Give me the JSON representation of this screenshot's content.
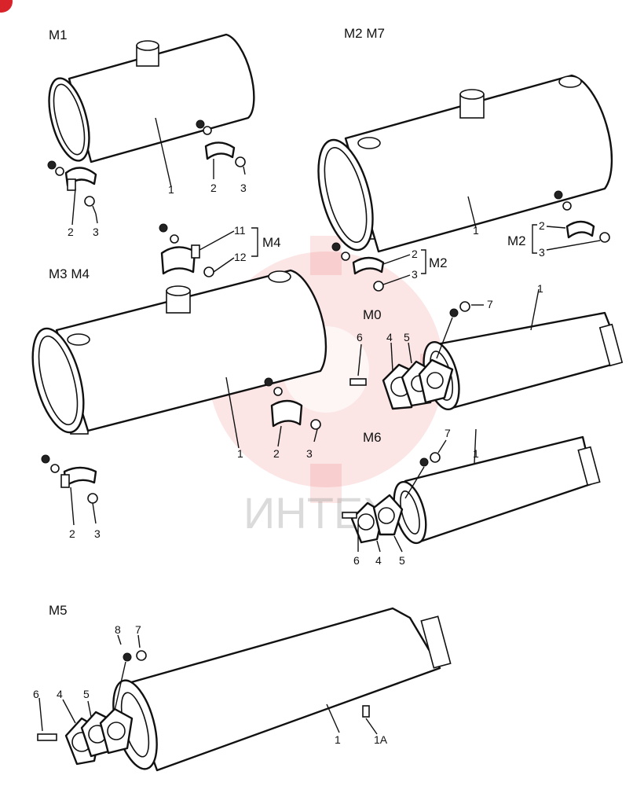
{
  "watermark": {
    "text": "ИНТЕХ"
  },
  "colors": {
    "corner_badge": "#d9232a",
    "watermark": "#e8262b"
  },
  "groups": {
    "m1": {
      "label": "M1",
      "callouts": [
        "1",
        "2",
        "3",
        "2",
        "3"
      ]
    },
    "m2m7": {
      "label": "M2 M7",
      "callouts": [
        "1",
        "2",
        "3"
      ],
      "note_label": "M2"
    },
    "m3m4": {
      "label": "M3 M4",
      "callouts": [
        "1",
        "2",
        "3",
        "2",
        "3",
        "11",
        "12"
      ],
      "note_label": "M4"
    },
    "m2_clamp": {
      "callouts": [
        "2",
        "3"
      ],
      "note_label": "M2"
    },
    "m0": {
      "label": "M0",
      "callouts": [
        "1",
        "4",
        "5",
        "6",
        "7"
      ]
    },
    "m6": {
      "label": "M6",
      "callouts": [
        "1",
        "4",
        "5",
        "6",
        "7"
      ]
    },
    "m5": {
      "label": "M5",
      "callouts": [
        "1",
        "1A",
        "4",
        "5",
        "6",
        "7",
        "8"
      ]
    }
  }
}
